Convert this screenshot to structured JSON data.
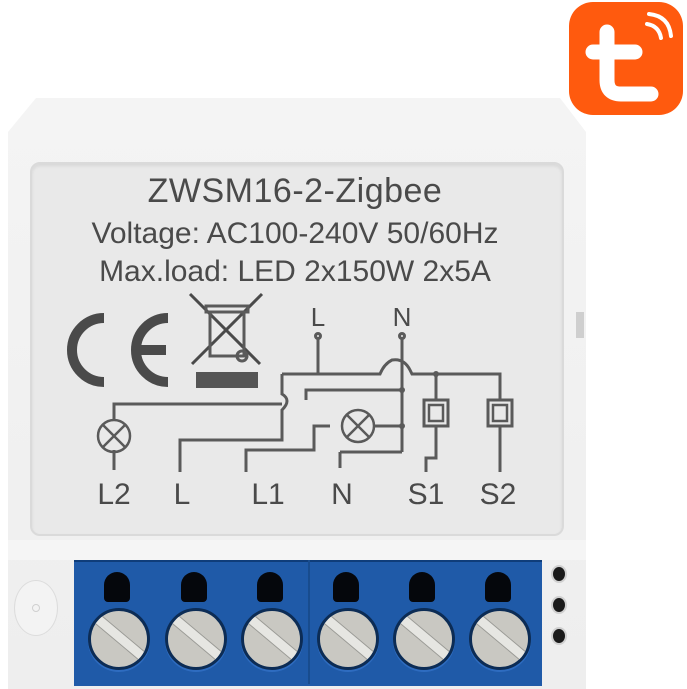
{
  "product": {
    "model": "ZWSM16-2-Zigbee",
    "voltage": "Voltage: AC100-240V 50/60Hz",
    "max_load": "Max.load: LED 2x150W 2x5A",
    "certifications": [
      "CE",
      "WEEE"
    ],
    "brand_icon": "tuya-smart-logo",
    "colors": {
      "brand_orange": "#ff5a0e",
      "terminal_blue": "#1f5aa8",
      "housing_white": "#f0f0f0",
      "label_text": "#4a4a4a"
    }
  },
  "diagram": {
    "top_labels": {
      "live": "L",
      "neutral": "N"
    },
    "terminals": [
      "L2",
      "L",
      "L1",
      "N",
      "S1",
      "S2"
    ]
  },
  "terminal_block": {
    "count": 6
  }
}
